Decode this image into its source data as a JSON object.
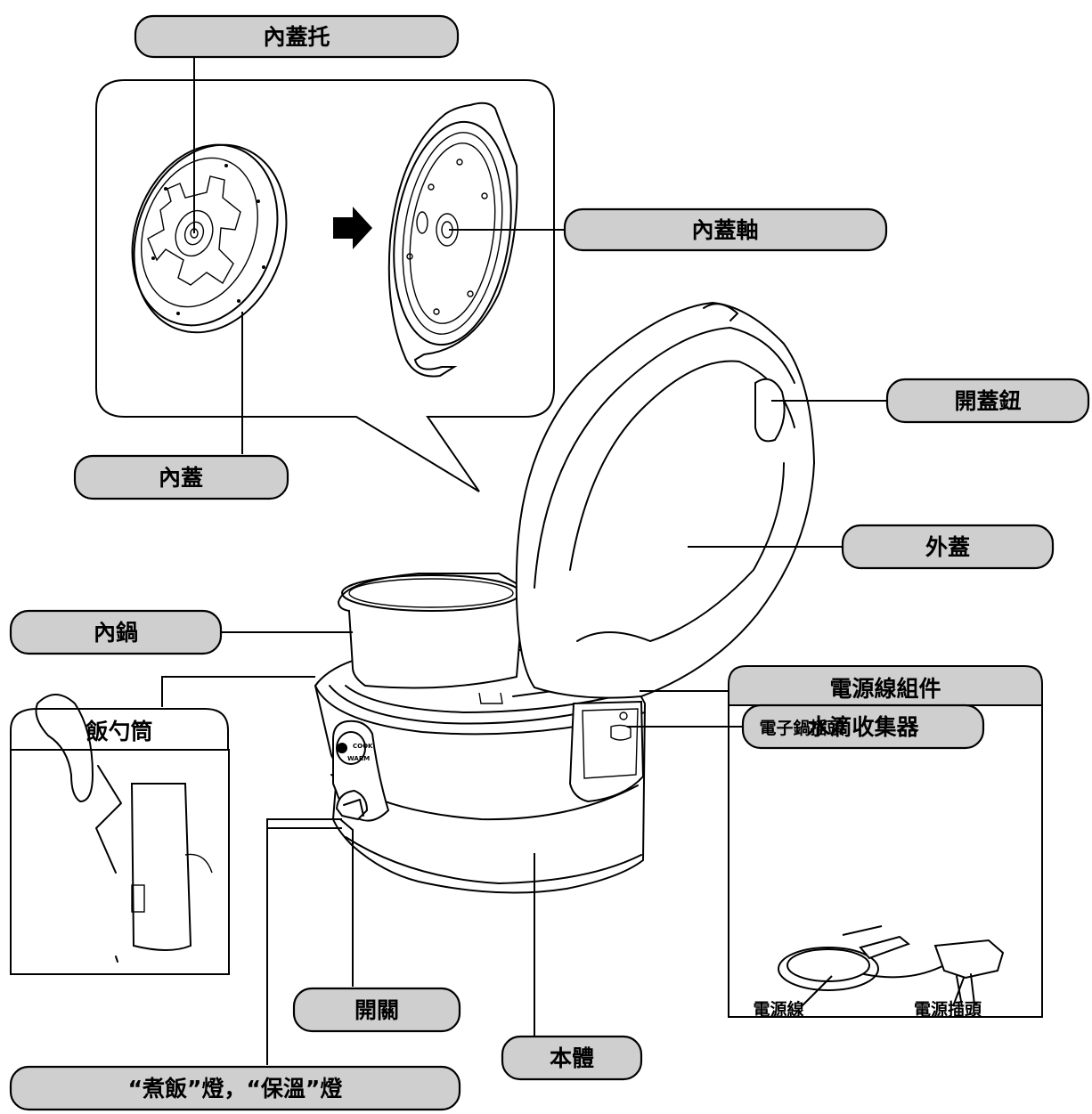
{
  "labels": {
    "inner_lid_holder": "內蓋托",
    "inner_lid_shaft": "內蓋軸",
    "inner_lid": "內蓋",
    "lid_open_button": "開蓋鈕",
    "outer_lid": "外蓋",
    "inner_pot": "內鍋",
    "paddle_holder": "飯勺筒",
    "condensation_collector": "水滴收集器",
    "power_cord_set": "電源線組件",
    "appliance_plug": "電子鍋插頭",
    "power_cord": "電源線",
    "power_plug": "電源插頭",
    "switch": "開關",
    "main_body": "本體",
    "indicator_lamps": "“煮飯”燈，“保溫”燈"
  },
  "panel_text": {
    "cook": "COOK",
    "warm": "WARM"
  }
}
